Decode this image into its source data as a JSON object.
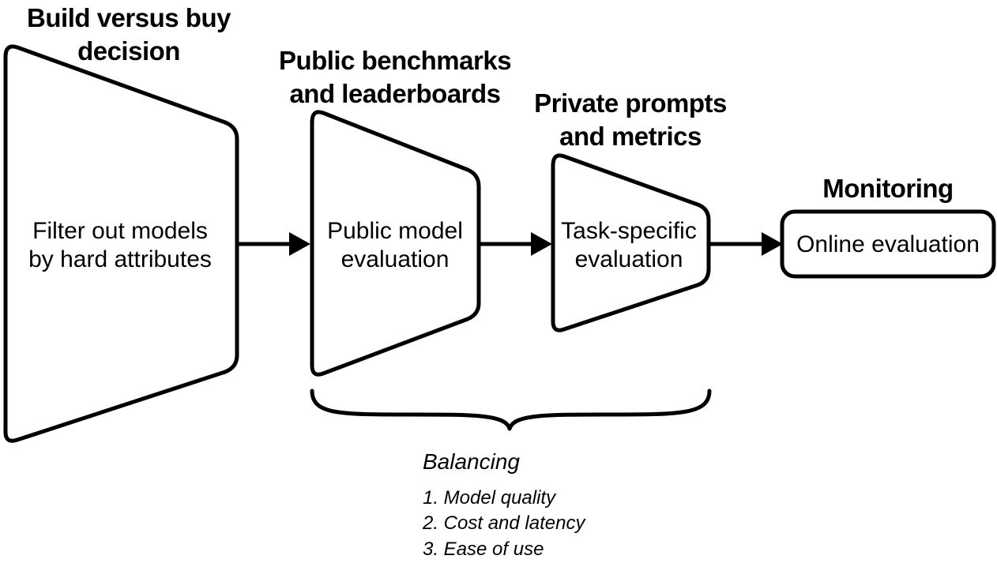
{
  "stages": [
    {
      "title": [
        "Build versus buy",
        "decision"
      ],
      "label": [
        "Filter out models",
        "by hard attributes"
      ]
    },
    {
      "title": [
        "Public benchmarks",
        "and leaderboards"
      ],
      "label": [
        "Public model",
        "evaluation"
      ]
    },
    {
      "title": [
        "Private prompts",
        "and metrics"
      ],
      "label": [
        "Task-specific",
        "evaluation"
      ]
    },
    {
      "title": [
        "Monitoring"
      ],
      "label": [
        "Online evaluation"
      ]
    }
  ],
  "balancing": {
    "heading": "Balancing",
    "items": [
      "1. Model quality",
      "2. Cost and latency",
      "3. Ease of use"
    ]
  }
}
